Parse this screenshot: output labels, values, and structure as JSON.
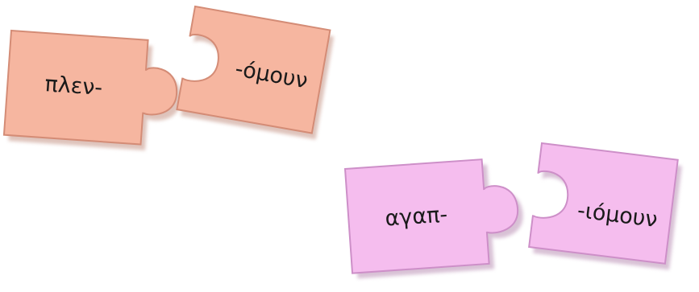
{
  "puzzle_pairs": [
    {
      "left_piece": {
        "text": "πλεν-"
      },
      "right_piece": {
        "text": "-όμουν"
      },
      "color": {
        "face": "#f6b6a0",
        "edge": "#d48c76",
        "shadow": "#c49384"
      }
    },
    {
      "left_piece": {
        "text": "αγαπ-"
      },
      "right_piece": {
        "text": "-ιόμουν"
      },
      "color": {
        "face": "#f5bdee",
        "edge": "#cd8fc8",
        "shadow": "#b98fb4"
      }
    }
  ]
}
